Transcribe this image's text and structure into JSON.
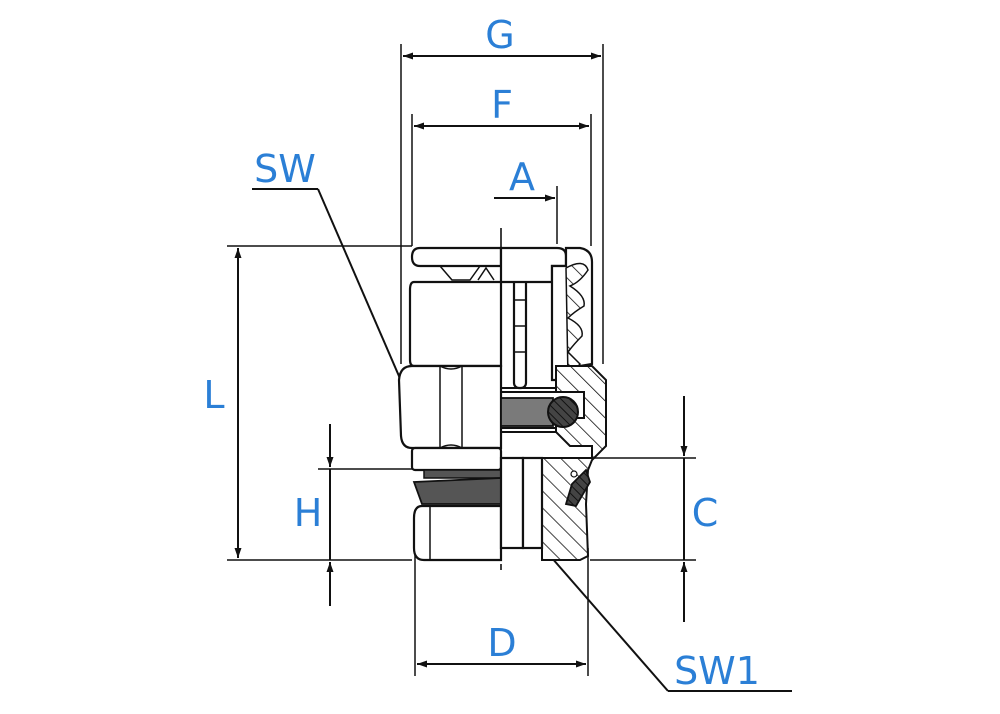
{
  "colors": {
    "label": "#2b7fd6",
    "line": "#111111",
    "seal_dark": "#555555",
    "oring_fill": "#7a7a7a",
    "background": "#ffffff"
  },
  "labels": {
    "G": "G",
    "F": "F",
    "A": "A",
    "SW": "SW",
    "L": "L",
    "H": "H",
    "C": "C",
    "D": "D",
    "SW1": "SW1"
  }
}
